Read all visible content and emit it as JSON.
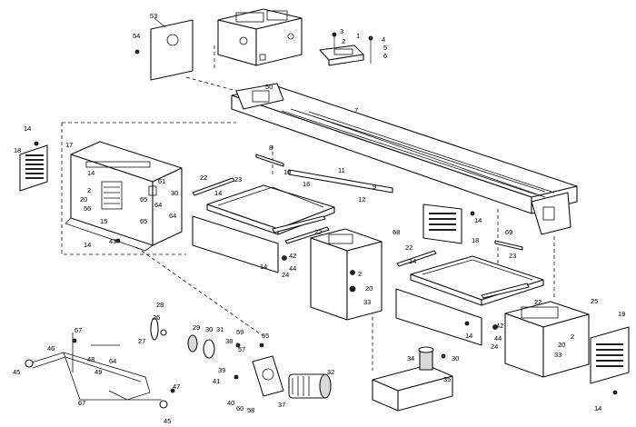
{
  "diagram": {
    "callouts": [
      {
        "id": "c1",
        "text": "1"
      },
      {
        "id": "c2a",
        "text": "2"
      },
      {
        "id": "c2b",
        "text": "2"
      },
      {
        "id": "c2c",
        "text": "2"
      },
      {
        "id": "c2d",
        "text": "2"
      },
      {
        "id": "c3",
        "text": "3"
      },
      {
        "id": "c4",
        "text": "4"
      },
      {
        "id": "c5",
        "text": "5"
      },
      {
        "id": "c6",
        "text": "6"
      },
      {
        "id": "c7",
        "text": "7"
      },
      {
        "id": "c8",
        "text": "8"
      },
      {
        "id": "c9",
        "text": "9"
      },
      {
        "id": "c10",
        "text": "10"
      },
      {
        "id": "c11",
        "text": "11"
      },
      {
        "id": "c12",
        "text": "12"
      },
      {
        "id": "c14a",
        "text": "14"
      },
      {
        "id": "c14b",
        "text": "14"
      },
      {
        "id": "c14c",
        "text": "14"
      },
      {
        "id": "c14d",
        "text": "14"
      },
      {
        "id": "c14e",
        "text": "14"
      },
      {
        "id": "c14f",
        "text": "14"
      },
      {
        "id": "c14g",
        "text": "14"
      },
      {
        "id": "c14h",
        "text": "14"
      },
      {
        "id": "c14i",
        "text": "14"
      },
      {
        "id": "c15",
        "text": "15"
      },
      {
        "id": "c16",
        "text": "16"
      },
      {
        "id": "c17",
        "text": "17"
      },
      {
        "id": "c18a",
        "text": "18"
      },
      {
        "id": "c18b",
        "text": "18"
      },
      {
        "id": "c19",
        "text": "19"
      },
      {
        "id": "c20a",
        "text": "20"
      },
      {
        "id": "c20b",
        "text": "20"
      },
      {
        "id": "c20c",
        "text": "20"
      },
      {
        "id": "c22a",
        "text": "22"
      },
      {
        "id": "c22b",
        "text": "22"
      },
      {
        "id": "c22c",
        "text": "22"
      },
      {
        "id": "c22d",
        "text": "22"
      },
      {
        "id": "c23a",
        "text": "23"
      },
      {
        "id": "c23b",
        "text": "23"
      },
      {
        "id": "c24a",
        "text": "24"
      },
      {
        "id": "c24b",
        "text": "24"
      },
      {
        "id": "c25",
        "text": "25"
      },
      {
        "id": "c26",
        "text": "26"
      },
      {
        "id": "c27",
        "text": "27"
      },
      {
        "id": "c28",
        "text": "28"
      },
      {
        "id": "c29",
        "text": "29"
      },
      {
        "id": "c30a",
        "text": "30"
      },
      {
        "id": "c30b",
        "text": "30"
      },
      {
        "id": "c30c",
        "text": "30"
      },
      {
        "id": "c31",
        "text": "31"
      },
      {
        "id": "c32",
        "text": "32"
      },
      {
        "id": "c33a",
        "text": "33"
      },
      {
        "id": "c33b",
        "text": "33"
      },
      {
        "id": "c34",
        "text": "34"
      },
      {
        "id": "c35",
        "text": "35"
      },
      {
        "id": "c37",
        "text": "37"
      },
      {
        "id": "c38",
        "text": "38"
      },
      {
        "id": "c39",
        "text": "39"
      },
      {
        "id": "c40",
        "text": "40"
      },
      {
        "id": "c41",
        "text": "41"
      },
      {
        "id": "c42a",
        "text": "42"
      },
      {
        "id": "c42b",
        "text": "42"
      },
      {
        "id": "c43",
        "text": "43"
      },
      {
        "id": "c44a",
        "text": "44"
      },
      {
        "id": "c44b",
        "text": "44"
      },
      {
        "id": "c45a",
        "text": "45"
      },
      {
        "id": "c45b",
        "text": "45"
      },
      {
        "id": "c46",
        "text": "46"
      },
      {
        "id": "c47",
        "text": "47"
      },
      {
        "id": "c48",
        "text": "48"
      },
      {
        "id": "c49",
        "text": "49"
      },
      {
        "id": "c50",
        "text": "50"
      },
      {
        "id": "c53",
        "text": "53"
      },
      {
        "id": "c54",
        "text": "54"
      },
      {
        "id": "c55",
        "text": "55"
      },
      {
        "id": "c56",
        "text": "56"
      },
      {
        "id": "c57",
        "text": "57"
      },
      {
        "id": "c58",
        "text": "58"
      },
      {
        "id": "c59",
        "text": "59"
      },
      {
        "id": "c60",
        "text": "60"
      },
      {
        "id": "c61",
        "text": "61"
      },
      {
        "id": "c64a",
        "text": "64"
      },
      {
        "id": "c64b",
        "text": "64"
      },
      {
        "id": "c64c",
        "text": "64"
      },
      {
        "id": "c65a",
        "text": "65"
      },
      {
        "id": "c65b",
        "text": "65"
      },
      {
        "id": "c67a",
        "text": "67"
      },
      {
        "id": "c67b",
        "text": "67"
      },
      {
        "id": "c68",
        "text": "68"
      },
      {
        "id": "c69",
        "text": "69"
      }
    ]
  }
}
